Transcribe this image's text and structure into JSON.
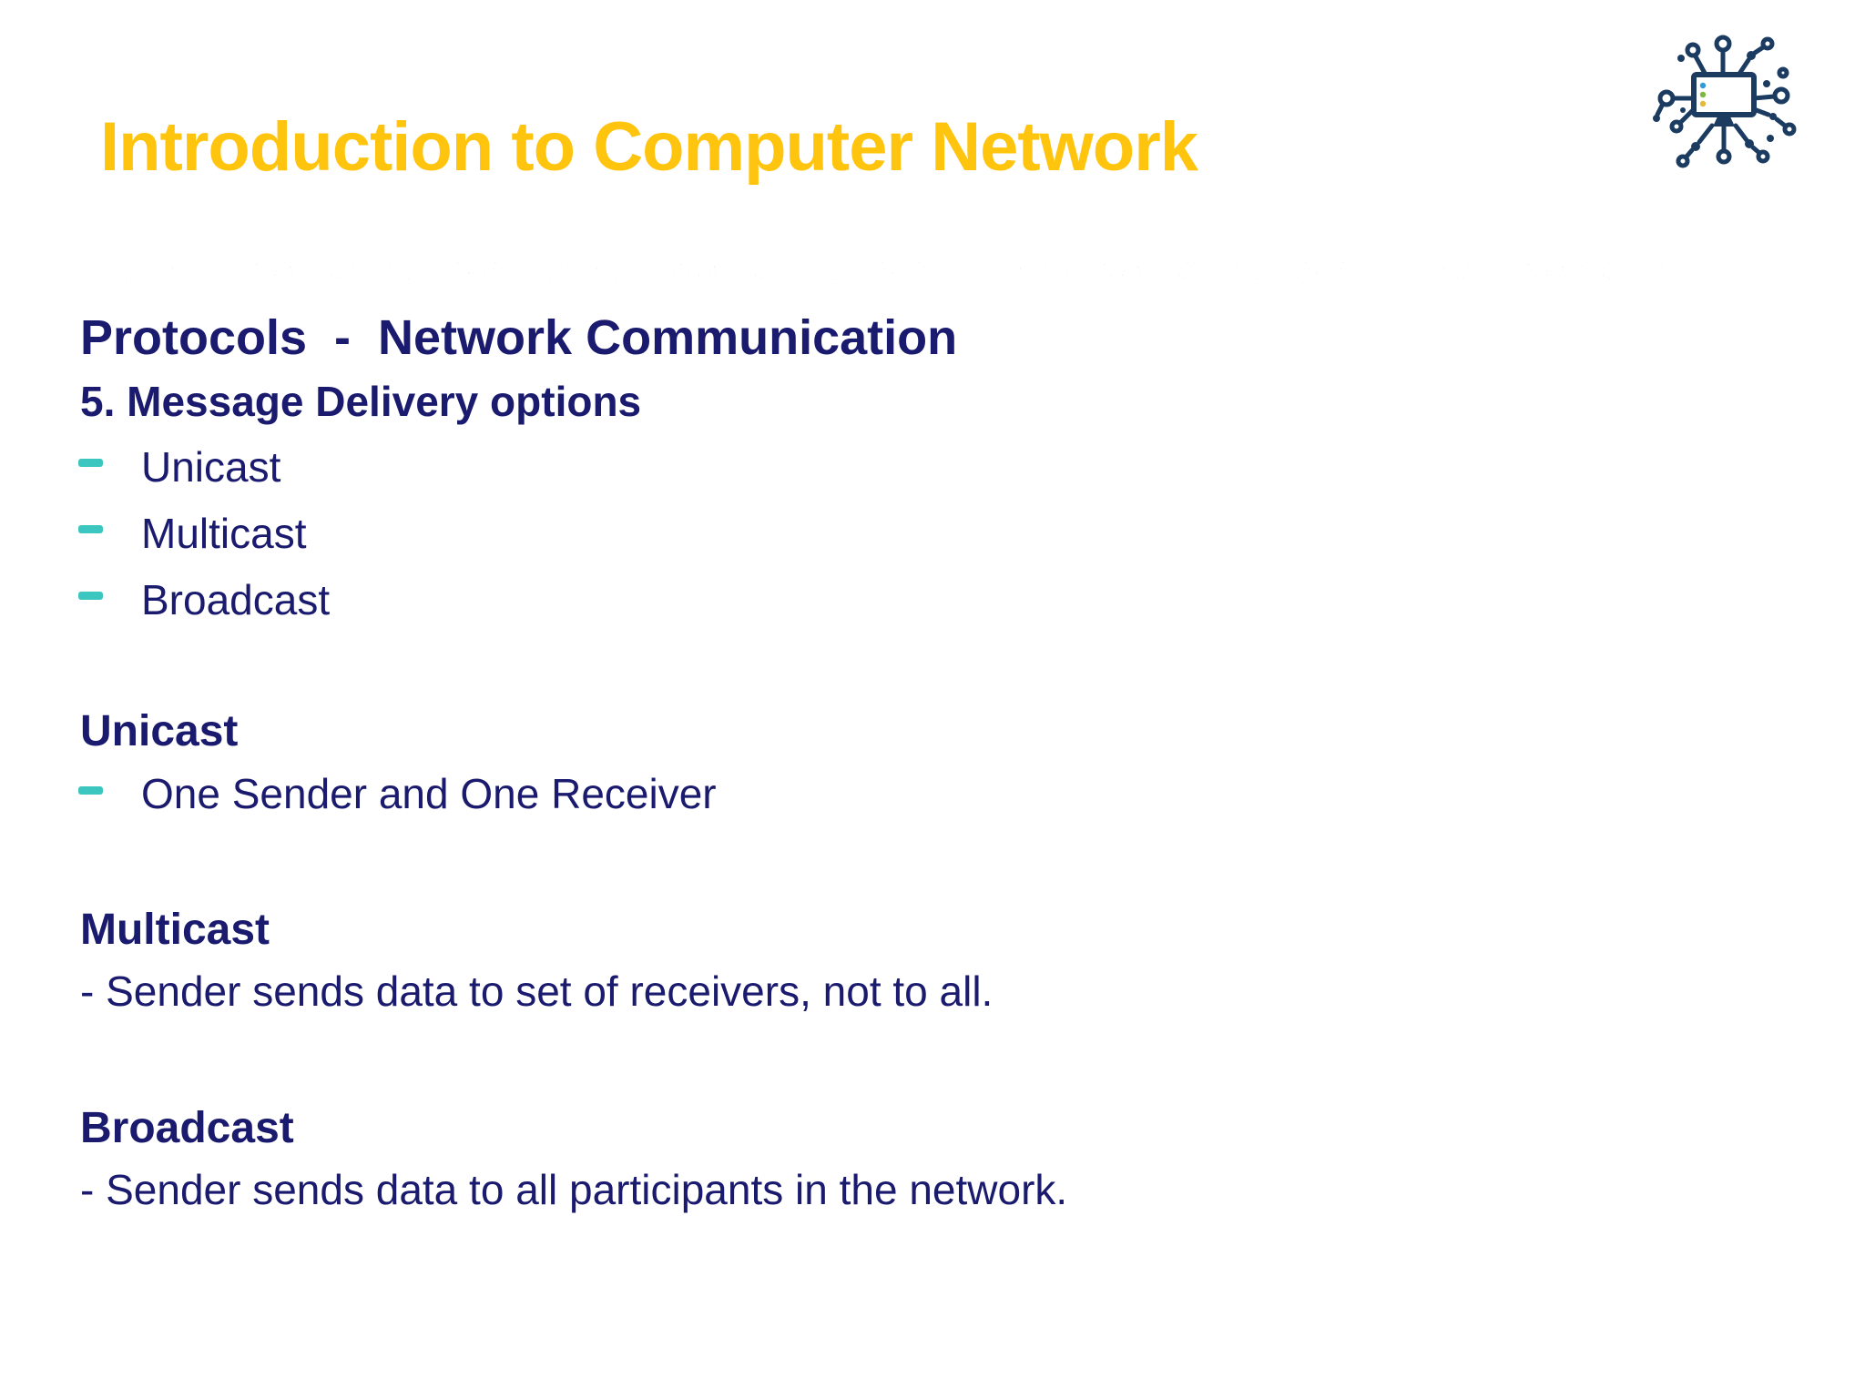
{
  "slide": {
    "title": "Introduction to Computer Network",
    "heading": "Protocols  -  Network Communication",
    "subheading": "5. Message Delivery options",
    "options": [
      "Unicast",
      "Multicast",
      "Broadcast"
    ],
    "sections": [
      {
        "heading": "Unicast",
        "item": "One Sender and One Receiver",
        "bullet": "teal-dash"
      },
      {
        "heading": "Multicast",
        "item": "- Sender sends data to set of receivers, not to all."
      },
      {
        "heading": "Broadcast",
        "item": "- Sender sends data to all participants in the network."
      }
    ],
    "logo": "computer-network-logo",
    "colors": {
      "title": "#FFC40E",
      "body_text": "#1A1A6E",
      "bullet_dash": "#3BC6BF",
      "divider": "#9e9e9e",
      "logo_navy": "#1C3B60",
      "logo_dot_blue": "#2F9BD8",
      "logo_dot_green": "#7CB841",
      "logo_dot_yellow": "#E5B93B"
    }
  }
}
